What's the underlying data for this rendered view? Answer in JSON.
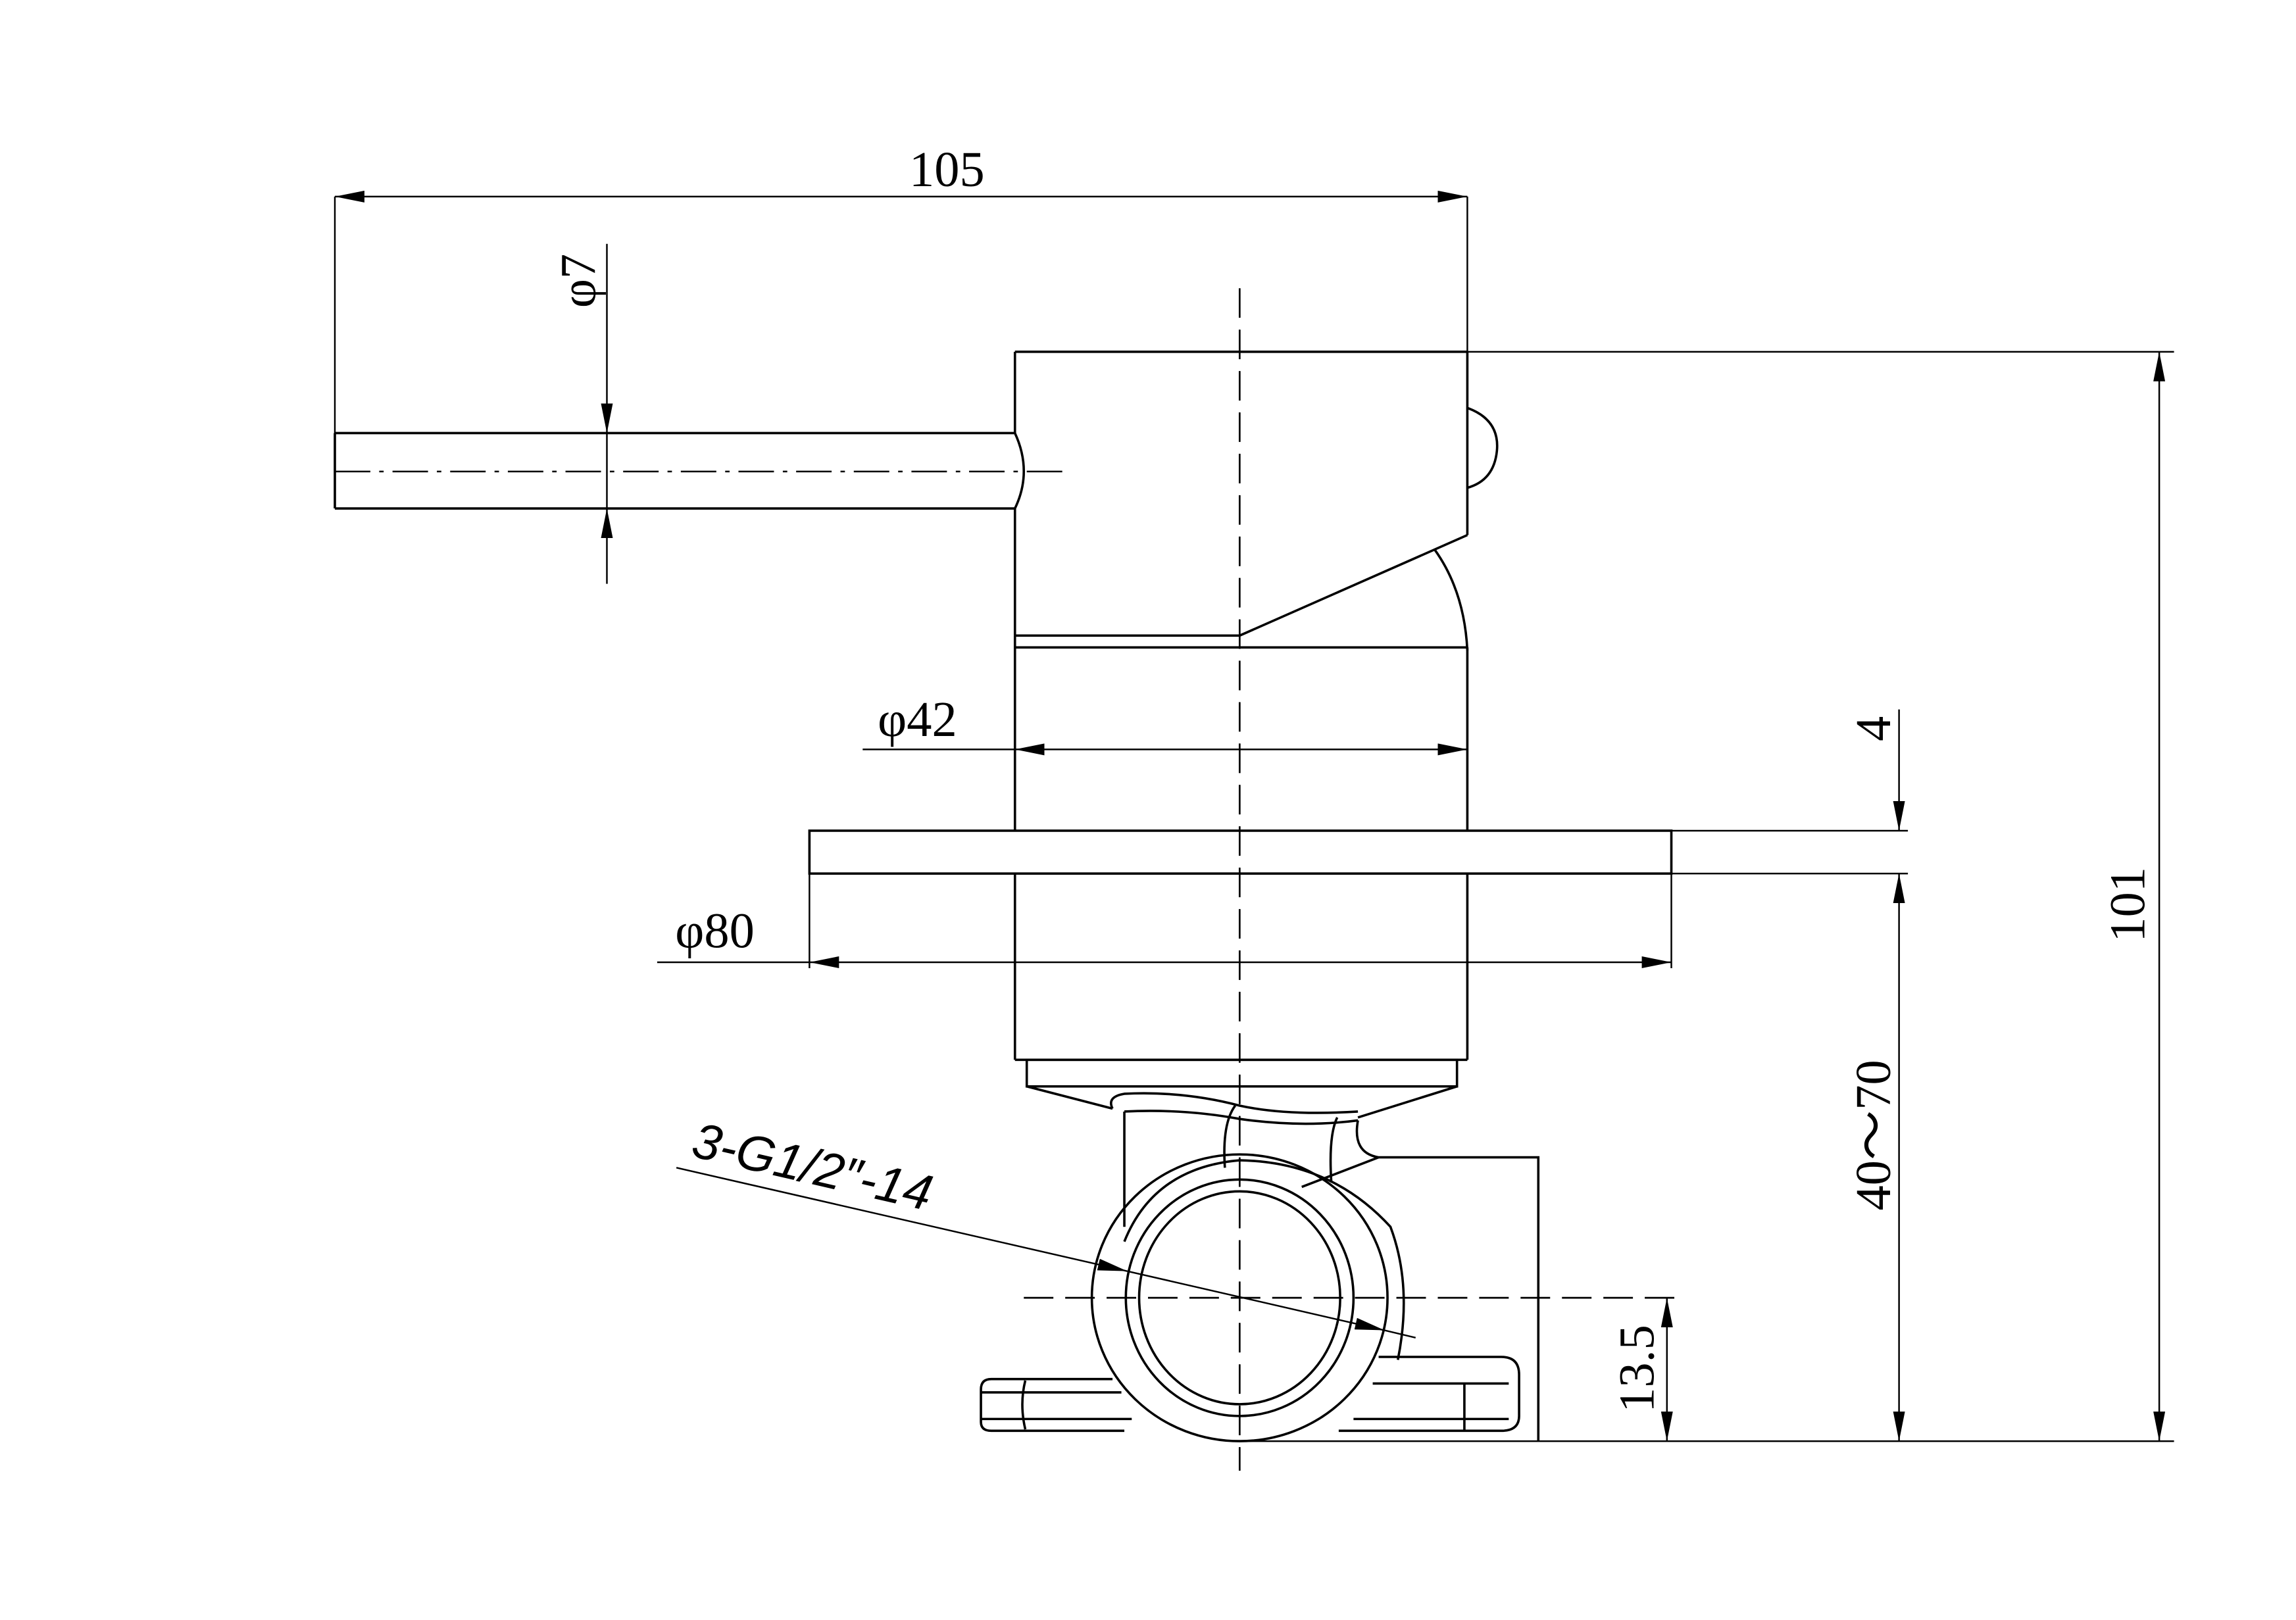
{
  "drawing": {
    "line_color": "#000000",
    "background": "#ffffff",
    "dimensions": {
      "overall_width": "105",
      "handle_diameter": "φ7",
      "body_diameter": "φ42",
      "plate_diameter": "φ80",
      "plate_thickness": "4",
      "wall_depth": "40～70",
      "overall_height": "101",
      "outlet_height": "13.5",
      "thread_spec": "3-G1/2″-14"
    }
  }
}
